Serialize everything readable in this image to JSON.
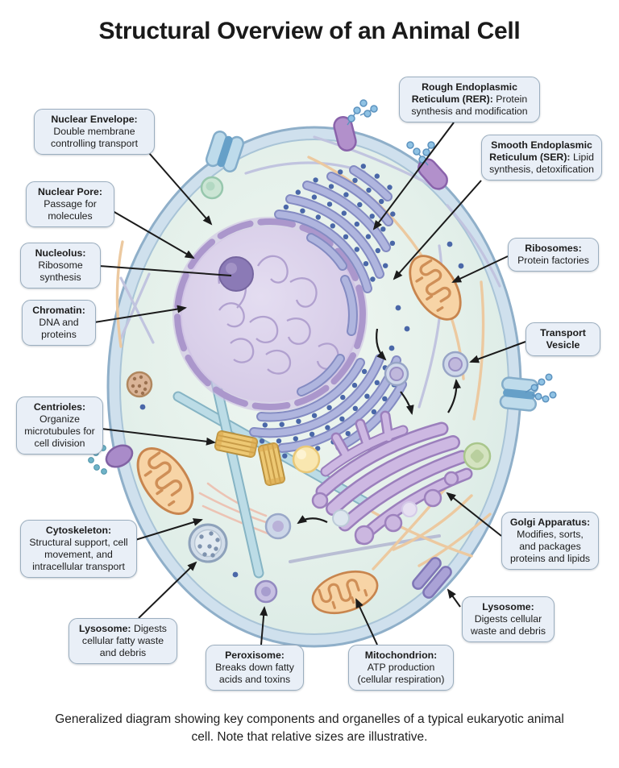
{
  "title": "Structural Overview of an Animal Cell",
  "caption": "Generalized diagram showing key components and organelles of a typical eukaryotic animal cell. Note that relative sizes are illustrative.",
  "labels": [
    {
      "id": "nuclear-envelope",
      "title": "Nuclear Envelope:",
      "description": "Double membrane controlling transport"
    },
    {
      "id": "nuclear-pore",
      "title": "Nuclear Pore:",
      "description": "Passage for molecules"
    },
    {
      "id": "nucleolus",
      "title": "Nucleolus:",
      "description": "Ribosome synthesis"
    },
    {
      "id": "chromatin",
      "title": "Chromatin:",
      "description": "DNA and proteins"
    },
    {
      "id": "centrioles",
      "title": "Centrioles:",
      "description": "Organize microtubules for cell division"
    },
    {
      "id": "cytoskeleton",
      "title": "Cytoskeleton:",
      "description": "Structural support, cell movement, and intracellular transport"
    },
    {
      "id": "lysosome-left",
      "title": "Lysosome:",
      "description": "Digests cellular fatty waste and debris"
    },
    {
      "id": "peroxisome",
      "title": "Peroxisome:",
      "description": "Breaks down fatty acids and toxins"
    },
    {
      "id": "mitochondrion",
      "title": "Mitochondrion:",
      "description": "ATP production (cellular respiration)"
    },
    {
      "id": "lysosome-right",
      "title": "Lysosome:",
      "description": "Digests cellular waste and debris"
    },
    {
      "id": "golgi-apparatus",
      "title": "Golgi Apparatus:",
      "description": "Modifies, sorts, and packages proteins and lipids"
    },
    {
      "id": "transport-vesicle",
      "title": "Transport Vesicle",
      "description": ""
    },
    {
      "id": "ribosomes",
      "title": "Ribosomes:",
      "description": "Protein factories"
    },
    {
      "id": "smooth-er",
      "title": "Smooth Endoplasmic Reticulum (SER):",
      "description": "Lipid synthesis, detoxification"
    },
    {
      "id": "rough-er",
      "title": "Rough Endoplasmic Reticulum (RER):",
      "description": "Protein synthesis and modification"
    }
  ],
  "colors": {
    "label_box_bg": "#e9eff7",
    "label_box_border": "#9baebf",
    "membrane": "#cfe0ed",
    "cytoplasm": "#e2efe9",
    "nucleus": "#d8cde9",
    "endoplasmic_reticulum": "#a3aad6",
    "ribosome_dot": "#4a67a8",
    "golgi": "#cdb8e2",
    "mitochondrion": "#f7d4a6",
    "centriole": "#eac46f",
    "microtubule": "#b5d8e2",
    "arrow": "#1b1b1b"
  }
}
